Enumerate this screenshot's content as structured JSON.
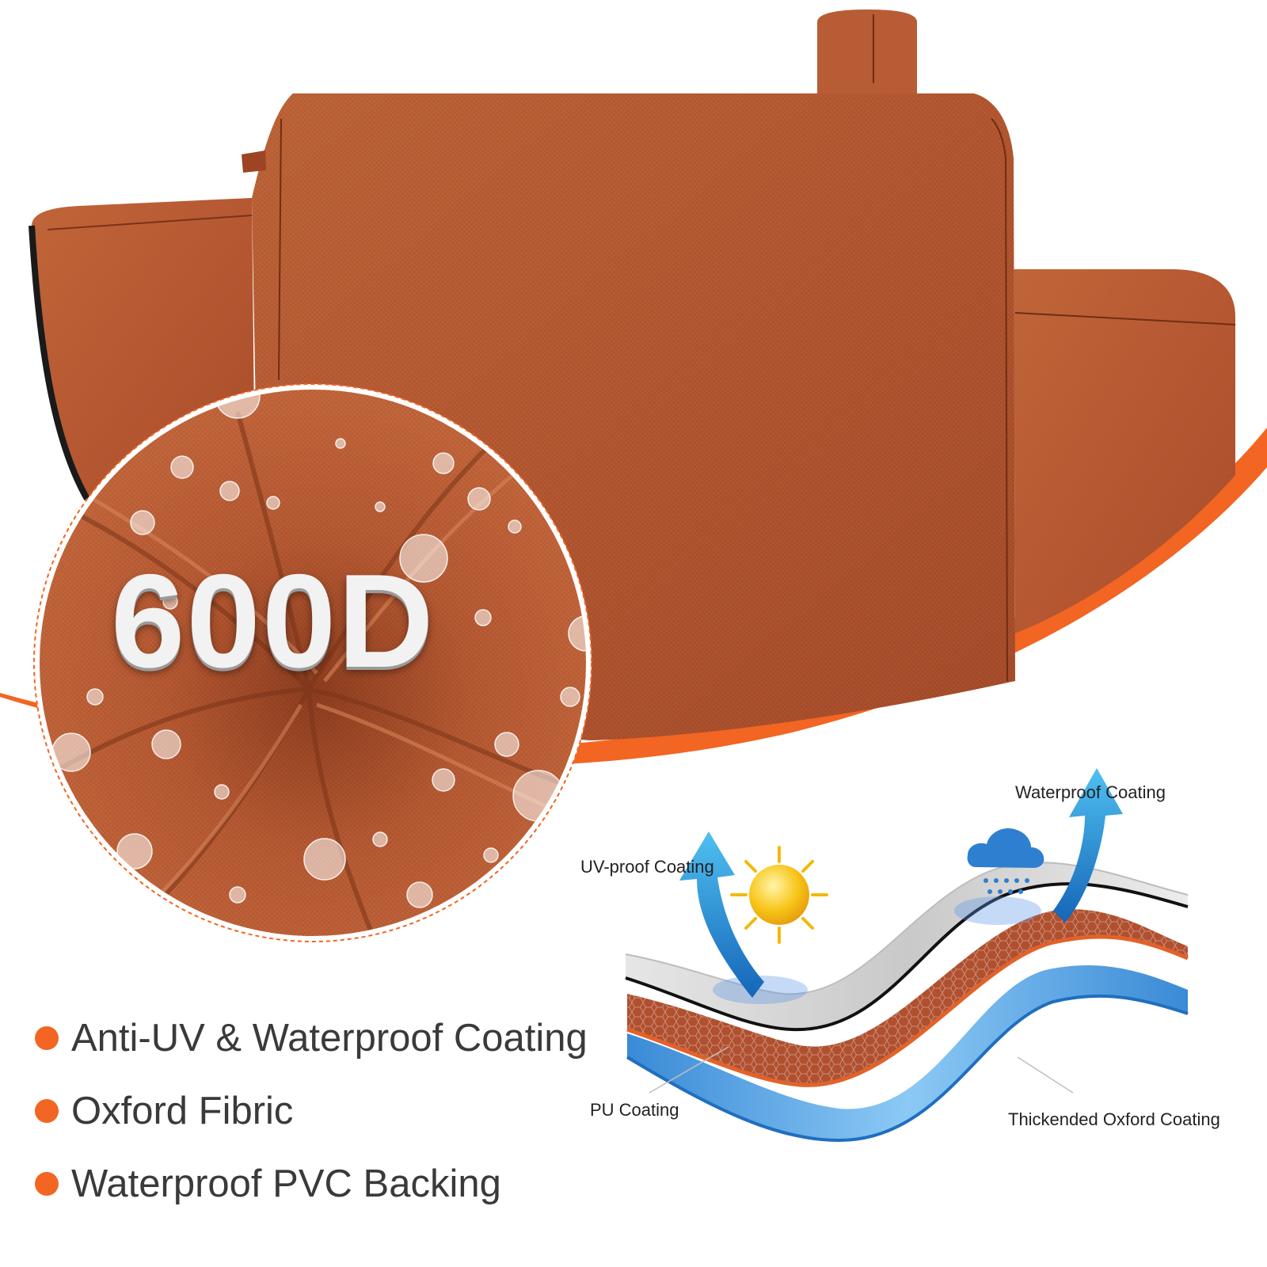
{
  "product": {
    "badge": "600D",
    "colors": {
      "cover": "#b55a34",
      "accent": "#f26522",
      "waterproof_layer": "#d6d6d6",
      "fabric_layer": "#b0502f",
      "pu_layer": "#4a9ee0"
    }
  },
  "features": [
    {
      "label": "Anti-UV & Waterproof Coating",
      "icon": "bullet-dot"
    },
    {
      "label": "Oxford Fibric",
      "icon": "bullet-dot"
    },
    {
      "label": "Waterproof PVC Backing",
      "icon": "bullet-dot"
    }
  ],
  "layers_diagram": {
    "labels": {
      "waterproof": "Waterproof Coating",
      "uv": "UV-proof Coating",
      "pu": "PU Coating",
      "oxford": "Thickended Oxford Coating"
    },
    "icons": [
      "sun-icon",
      "rain-cloud-icon",
      "arrow-up-icon"
    ]
  }
}
